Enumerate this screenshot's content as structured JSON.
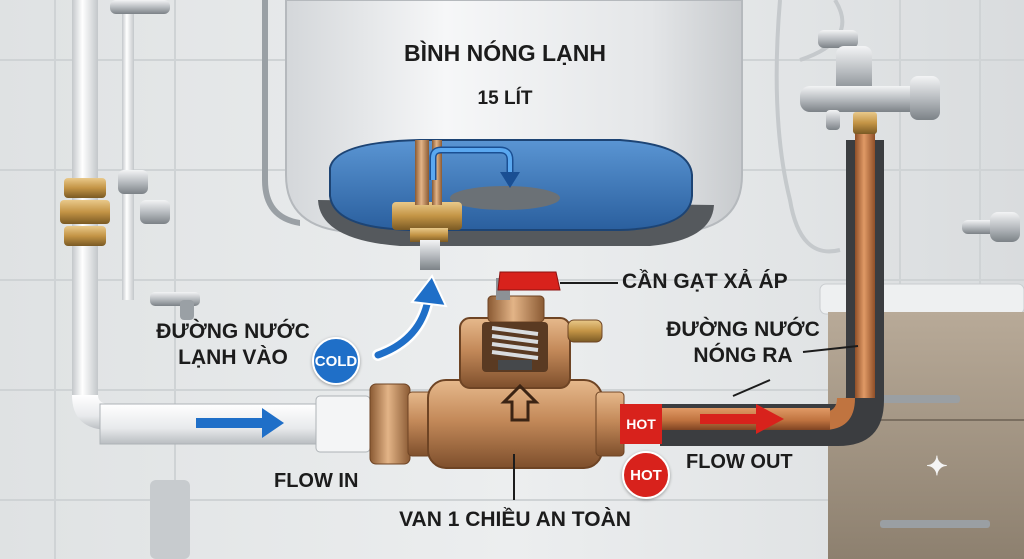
{
  "heater": {
    "title": "BÌNH NÓNG LẠNH",
    "capacity": "15 LÍT"
  },
  "labels": {
    "relief_lever": "CẦN GẠT XẢ ÁP",
    "cold_line_1": "ĐƯỜNG NƯỚC",
    "cold_line_2": "LẠNH VÀO",
    "hot_line_1": "ĐƯỜNG NƯỚC",
    "hot_line_2": "NÓNG RA",
    "flow_in": "FLOW IN",
    "flow_out": "FLOW OUT",
    "valve": "VAN 1 CHIỀU AN TOÀN"
  },
  "badges": {
    "cold": "COLD",
    "hot_pipe": "HOT",
    "hot_badge": "HOT"
  },
  "colors": {
    "cold": "#1f6fc8",
    "hot": "#d8221c",
    "brass": "#c48a5a",
    "copper": "#c97a45",
    "water": "#2f6fb0"
  }
}
